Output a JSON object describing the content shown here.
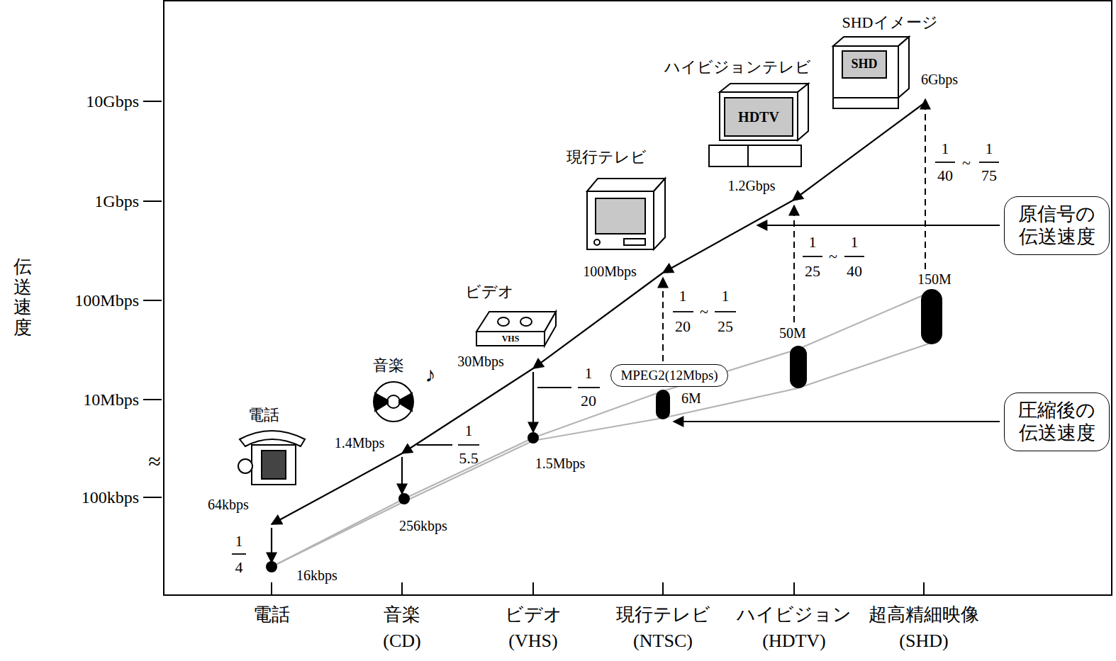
{
  "diagram": {
    "nodes": [
      {
        "text": [
          "MPEG2(12Mbps)"
        ]
      },
      {
        "text": [
          "原信号の 伝送速度"
        ]
      },
      {
        "text": [
          "圧縮後の 伝送速度"
        ]
      }
    ],
    "labels": [
      "10Gbps",
      "1Gbps",
      "100Mbps",
      "10Mbps",
      "≈",
      "100kbps",
      "伝送速度",
      "電話",
      "音楽",
      "(CD)",
      "ビデオ",
      "(VHS)",
      "現行テレビ",
      "(NTSC)",
      "ハイビジョン",
      "(HDTV)",
      "超高精細映像",
      "(SHD)",
      "電話",
      "64kbps",
      "1",
      "4",
      "16kbps",
      "音楽",
      "♪",
      "1.4Mbps",
      "1",
      "5.5",
      "256kbps",
      "ビデオ",
      "VHS",
      "30Mbps",
      "1",
      "20",
      "1.5Mbps",
      "現行テレビ",
      "100Mbps",
      "1",
      "20",
      "~",
      "1",
      "25",
      "6M",
      "ハイビジョンテレビ",
      "HDTV",
      "1.2Gbps",
      "1",
      "25",
      "~",
      "1",
      "40",
      "50M",
      "SHDイメージ",
      "SHD",
      "6Gbps",
      "1",
      "40",
      "~",
      "1",
      "75",
      "150M"
    ]
  }
}
